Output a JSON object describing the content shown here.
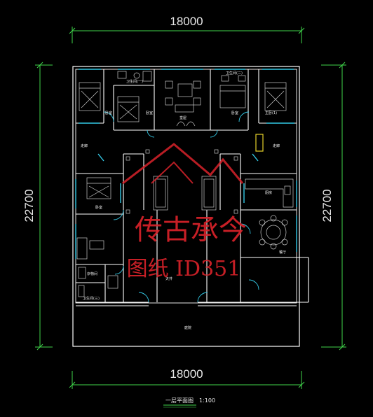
{
  "dimensions": {
    "top": "18000",
    "bottom": "18000",
    "left": "22700",
    "right": "22700"
  },
  "rooms": {
    "bath1": "卫生间(一)",
    "bath2": "卫生间(二)",
    "bed_left": "卧室",
    "bed_mid": "卧室",
    "hall": "堂屋",
    "bed_right": "卧室",
    "master": "主卧(1)",
    "corridor_left": "走廊",
    "corridor_right": "走廊",
    "bed_west": "卧室",
    "kitchen": "厨房",
    "dining": "餐厅",
    "utility": "杂物间",
    "bath3": "卫生间(三)",
    "courtyard": "天井",
    "garden": "庭院"
  },
  "watermark": {
    "line1": "传古承今",
    "line2": "图纸 ID351"
  },
  "footer": {
    "title": "一层平面图",
    "scale": "1:100"
  },
  "colors": {
    "background": "#000000",
    "wall": "#ffffff",
    "dimension": "#3fd44a",
    "window": "#33c9e6",
    "watermark": "#d8222a",
    "furniture": "#c9c9c9"
  }
}
